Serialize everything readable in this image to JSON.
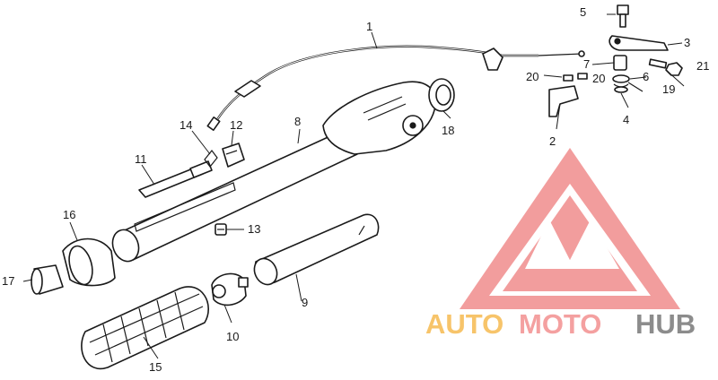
{
  "callouts": {
    "c1": "1",
    "c2": "2",
    "c3": "3",
    "c4": "4",
    "c5": "5",
    "c6": "6",
    "c7": "7",
    "c8": "8",
    "c9": "9",
    "c10": "10",
    "c11": "11",
    "c12": "12",
    "c13": "13",
    "c14": "14",
    "c15": "15",
    "c16": "16",
    "c17": "17",
    "c18": "18",
    "c19": "19",
    "c20a": "20",
    "c20b": "20",
    "c21": "21"
  },
  "watermark": {
    "word1": "AUTO",
    "word2": "MOTO",
    "word3": "HUB",
    "colors": {
      "auto": "#f7c46a",
      "moto": "#f4a0a0",
      "hub": "#8c8c8c",
      "triangle": "#f08c8c"
    }
  }
}
